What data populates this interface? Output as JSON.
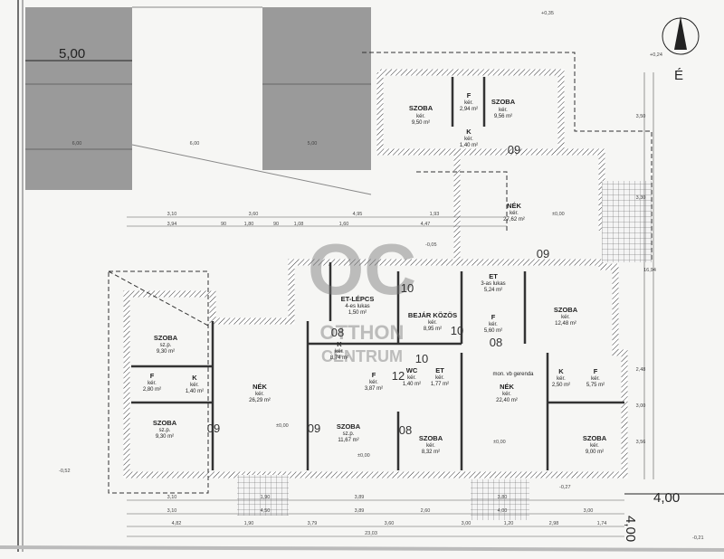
{
  "title_marks": {
    "parking_width": "5,00",
    "offset_right": "4,00",
    "offset_bottom": "4,00",
    "north": "É"
  },
  "watermark": {
    "logo": "OC",
    "line1": "OTTHON",
    "line2": "CENTRUM"
  },
  "units": [
    "09",
    "09",
    "09",
    "08",
    "08",
    "08",
    "10",
    "10",
    "10",
    "12",
    "09",
    "08"
  ],
  "rooms": [
    {
      "name": "SZOBA",
      "type": "kér.",
      "area": "9,50 m²"
    },
    {
      "name": "F",
      "type": "kér.",
      "area": "2,94 m²"
    },
    {
      "name": "SZOBA",
      "type": "kér.",
      "area": "9,56 m²"
    },
    {
      "name": "K",
      "type": "kér.",
      "area": "1,40 m²"
    },
    {
      "name": "NÉK",
      "type": "kér.",
      "area": "27,62 m²"
    },
    {
      "name": "ET-LÉPCS",
      "type": "4-es lukas",
      "area": "1,50 m²"
    },
    {
      "name": "BEJÁR KÖZÖS",
      "type": "kér.",
      "area": "8,95 m²"
    },
    {
      "name": "ET",
      "type": "3-as lukas",
      "area": "5,24 m²"
    },
    {
      "name": "F",
      "type": "kér.",
      "area": "5,60 m²"
    },
    {
      "name": "SZOBA",
      "type": "kér.",
      "area": "12,48 m²"
    },
    {
      "name": "SZOBA",
      "type": "sz.p.",
      "area": "9,30 m²"
    },
    {
      "name": "F",
      "type": "kér.",
      "area": "2,80 m²"
    },
    {
      "name": "K",
      "type": "kér.",
      "area": "1,40 m²"
    },
    {
      "name": "NÉK",
      "type": "kér.",
      "area": "26,29 m²"
    },
    {
      "name": "K",
      "type": "kér.",
      "area": "8,74 m²"
    },
    {
      "name": "F",
      "type": "kér.",
      "area": "3,87 m²"
    },
    {
      "name": "WC",
      "type": "kér.",
      "area": "1,40 m²"
    },
    {
      "name": "ET",
      "type": "kér.",
      "area": "1,77 m²"
    },
    {
      "name": "NÉK",
      "type": "kér.",
      "area": "22,40 m²"
    },
    {
      "name": "K",
      "type": "kér.",
      "area": "2,50 m²"
    },
    {
      "name": "F",
      "type": "kér.",
      "area": "5,75 m²"
    },
    {
      "name": "SZOBA",
      "type": "sz.p.",
      "area": "9,30 m²"
    },
    {
      "name": "SZOBA",
      "type": "sz.p.",
      "area": "11,67 m²"
    },
    {
      "name": "SZOBA",
      "type": "kér.",
      "area": "8,32 m²"
    },
    {
      "name": "SZOBA",
      "type": "kér.",
      "area": "9,00 m²"
    }
  ],
  "levels": [
    "±0,00",
    "±0,00",
    "±0,00",
    "±0,00",
    "+0,35",
    "+0,24",
    "-0,52",
    "-0,27",
    "-0,21",
    "-0,05"
  ],
  "dims_top": [
    "3,10",
    "3,60",
    "4,95",
    "1,93"
  ],
  "dims_top2": [
    "3,94",
    "90",
    "1,80",
    "90",
    "1,08",
    "1,60",
    "4,47"
  ],
  "dims_parking": [
    "6,00",
    "6,00",
    "5,00"
  ],
  "dims_bottom1": [
    "3,10",
    "1,90",
    "3,89",
    "3,80"
  ],
  "dims_bottom2": [
    "3,10",
    "4,50",
    "3,89",
    "2,60",
    "4,00",
    "3,00"
  ],
  "dims_bottom3": [
    "4,82",
    "1,90",
    "3,79",
    "3,60",
    "3,00",
    "1,20",
    "2,98",
    "1,74"
  ],
  "dims_total": "23,03",
  "dims_right": [
    "3,50",
    "3,30",
    "16,94",
    "2,48",
    "3,00",
    "3,56"
  ],
  "note": "mon. vb gerenda"
}
